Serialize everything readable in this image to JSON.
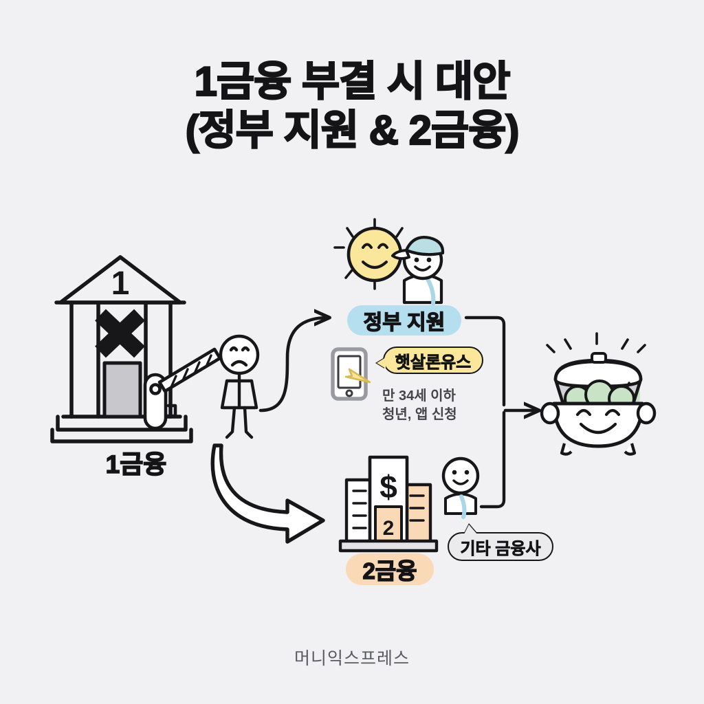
{
  "meta": {
    "background_color": "#f1f1f3",
    "ink_color": "#17171a"
  },
  "header": {
    "title_line1": "1금융 부결 시 대안",
    "title_line2": "(정부 지원 & 2금융)"
  },
  "footer": {
    "brand": "머니익스프레스"
  },
  "nodes": {
    "bank1": {
      "label": "1금융",
      "building_number": "1",
      "status_mark": "X",
      "description": "bank building with X and closed gate barrier"
    },
    "applicant": {
      "mood": "sad",
      "description": "sad stick figure rejected by first-tier bank"
    },
    "gov_support": {
      "pill_label": "정부 지원",
      "pill_color": "#b5deef",
      "bubble_label": "햇살론유스",
      "bubble_color": "#fbe79b",
      "caption_line1": "만 34세 이하",
      "caption_line2": "청년, 앱 신청",
      "icons": [
        "sun-icon",
        "person-with-cap-icon",
        "smartphone-icon",
        "cursor-arrow-icon"
      ]
    },
    "fin2": {
      "pill_label": "2금융",
      "pill_color": "#fad9b6",
      "building_symbol": "$",
      "building_number": "2",
      "bubble_label": "기타 금융사",
      "bubble_color": "#ebebed",
      "icons": [
        "office-building-icon",
        "smiling-banker-icon"
      ]
    },
    "result": {
      "description": "open treasure pot full of coins, smiling",
      "accent_color": "#b9ddb8",
      "icons": [
        "money-pot-icon",
        "sparkle-icon"
      ]
    }
  },
  "flows": [
    {
      "from": "applicant",
      "to": "gov_support",
      "style": "thin-curved-arrow"
    },
    {
      "from": "applicant",
      "to": "fin2",
      "style": "thick-outline-curved-arrow"
    },
    {
      "from": "gov_support",
      "to": "result",
      "style": "bracket-connector-arrow"
    },
    {
      "from": "fin2",
      "to": "result",
      "style": "bracket-connector-arrow"
    }
  ]
}
